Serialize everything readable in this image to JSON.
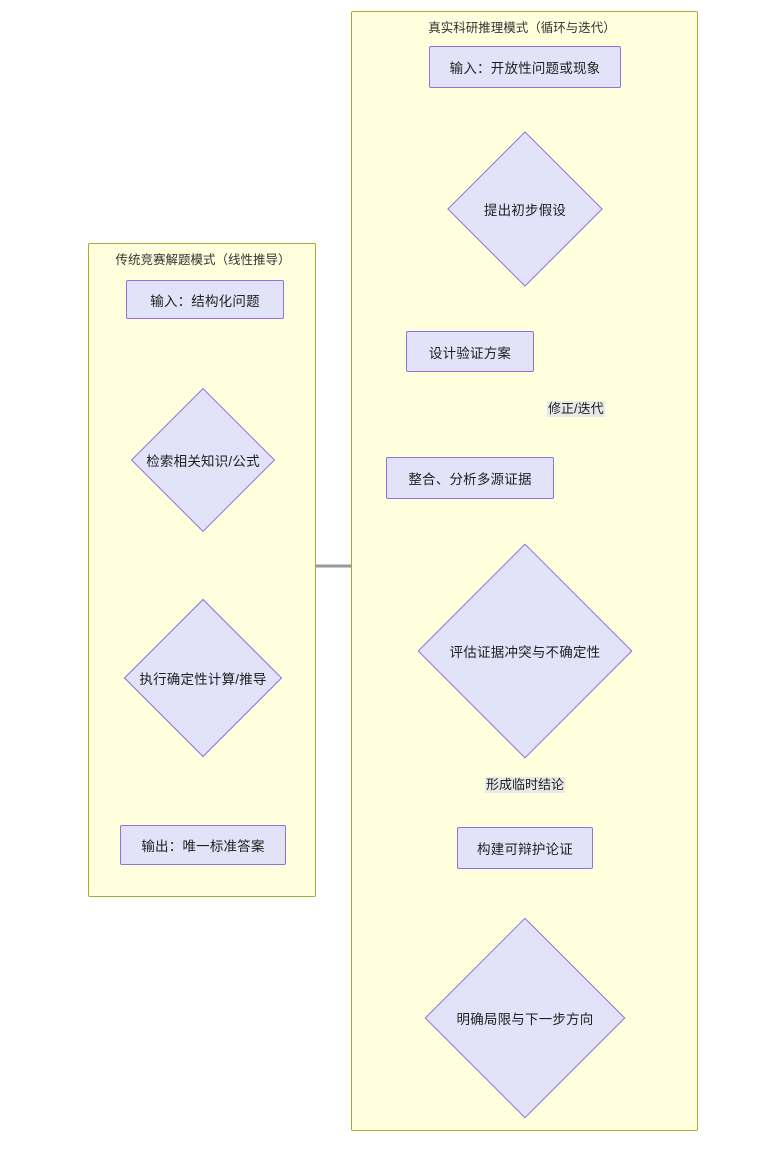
{
  "diagram": {
    "type": "flowchart",
    "direction": "top-to-bottom",
    "colors": {
      "cluster_fill": "#ffffde",
      "cluster_border": "#aaaa33",
      "node_fill": "#e2e2f8",
      "node_border": "#9370db",
      "edge_stroke": "#333333",
      "edge_label_bg": "#e8e8e8",
      "text": "#1f1f1f"
    }
  },
  "clusters": {
    "traditional": {
      "title": "传统竞赛解题模式（线性推导）",
      "nodes": [
        {
          "id": "t1",
          "shape": "rect",
          "label": "输入：结构化问题"
        },
        {
          "id": "t2",
          "shape": "diamond",
          "label": "检索相关知识/公式"
        },
        {
          "id": "t3",
          "shape": "diamond",
          "label": "执行确定性计算/推导"
        },
        {
          "id": "t4",
          "shape": "rect",
          "label": "输出：唯一标准答案"
        }
      ],
      "edges": [
        {
          "from": "t1",
          "to": "t2",
          "label": ""
        },
        {
          "from": "t2",
          "to": "t3",
          "label": ""
        },
        {
          "from": "t3",
          "to": "t4",
          "label": ""
        }
      ]
    },
    "research": {
      "title": "真实科研推理模式（循环与迭代）",
      "nodes": [
        {
          "id": "r1",
          "shape": "rect",
          "label": "输入：开放性问题或现象"
        },
        {
          "id": "r2",
          "shape": "diamond",
          "label": "提出初步假设"
        },
        {
          "id": "r3",
          "shape": "rect",
          "label": "设计验证方案"
        },
        {
          "id": "r4",
          "shape": "rect",
          "label": "整合、分析多源证据"
        },
        {
          "id": "r5",
          "shape": "diamond",
          "label": "评估证据冲突与不确定性"
        },
        {
          "id": "r6",
          "shape": "rect",
          "label": "构建可辩护论证"
        },
        {
          "id": "r7",
          "shape": "diamond",
          "label": "明确局限与下一步方向"
        }
      ],
      "edges": [
        {
          "from": "r1",
          "to": "r2",
          "label": ""
        },
        {
          "from": "r2",
          "to": "r3",
          "label": ""
        },
        {
          "from": "r3",
          "to": "r4",
          "label": ""
        },
        {
          "from": "r4",
          "to": "r5",
          "label": ""
        },
        {
          "from": "r2",
          "to": "r5",
          "label": ""
        },
        {
          "from": "r5",
          "to": "r2",
          "label": "修正/迭代"
        },
        {
          "from": "r5",
          "to": "r6",
          "label": "形成临时结论"
        },
        {
          "from": "r6",
          "to": "r7",
          "label": ""
        }
      ]
    }
  },
  "cluster_link": {
    "from": "traditional",
    "to": "research",
    "label": ""
  },
  "edge_labels": {
    "revise_iterate": "修正/迭代",
    "tentative_conclusion": "形成临时结论"
  }
}
